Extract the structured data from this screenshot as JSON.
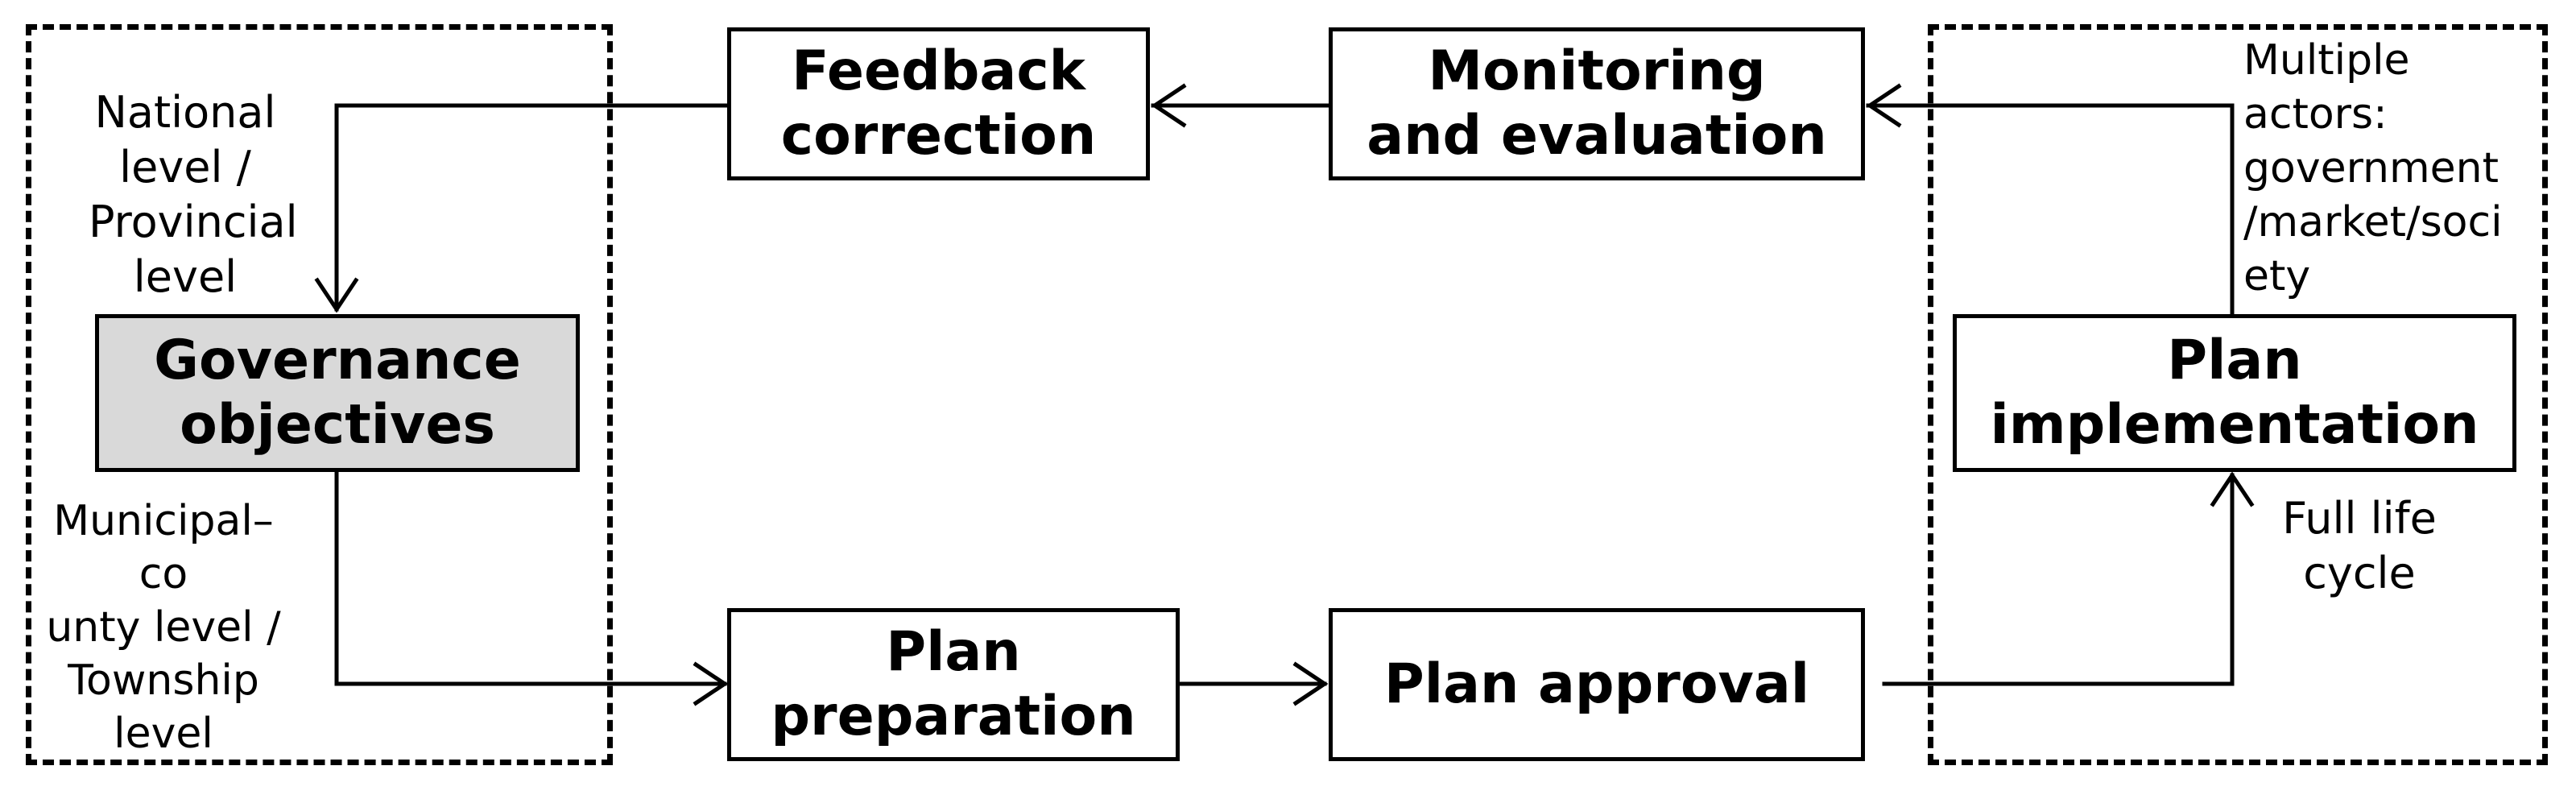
{
  "nodes": {
    "feedback": "Feedback\ncorrection",
    "monitoring": "Monitoring\nand evaluation",
    "governance": "Governance\nobjectives",
    "implementation": "Plan\nimplementation",
    "preparation": "Plan\npreparation",
    "approval": "Plan approval"
  },
  "labels": {
    "national": "National\nlevel /\nProvincial\nlevel",
    "municipal": "Municipal–co\nunty level /\nTownship\nlevel",
    "actors": "Multiple\nactors:\ngovernment\n/market/soci\nety",
    "lifecycle": "Full life\ncycle"
  },
  "colors": {
    "governance_fill": "#d9d9d9",
    "stroke": "#000000"
  }
}
